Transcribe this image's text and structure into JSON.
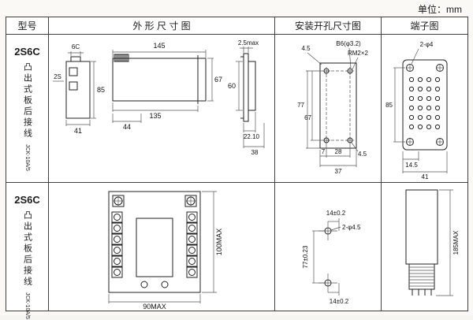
{
  "unit": "单位：mm",
  "headers": {
    "model": "型号",
    "outline": "外 形 尺 寸 图",
    "install": "安装开孔尺寸图",
    "terminal": "端子图"
  },
  "rows": [
    {
      "model": {
        "type": "2S6C",
        "desc": "凸出式板后接线",
        "code": "JCK-10A/5"
      },
      "outline": {
        "label_6c": "6C",
        "label_2s": "2S",
        "dim_85": "85",
        "dim_41": "41",
        "dim_145": "145",
        "dim_67": "67",
        "dim_135": "135",
        "dim_44": "44",
        "dim_25max": "2.5max",
        "dim_60": "60",
        "dim_2210": "22.10",
        "dim_38": "38"
      },
      "install": {
        "dim_45_top": "4.5",
        "hole_spec": "B6(φ3.2)",
        "thread_spec": "RM2×2",
        "dim_77": "77",
        "dim_67": "67",
        "dim_7": "7",
        "dim_28": "28",
        "dim_37": "37",
        "dim_45_right": "4.5"
      },
      "terminal": {
        "hole_spec": "2-φ4",
        "dim_85": "85",
        "dim_145": "14.5",
        "dim_41": "41"
      }
    },
    {
      "model": {
        "type": "2S6C",
        "desc": "凸出式板后接线",
        "code": "JCK-10A/5"
      },
      "outline": {
        "dim_height": "100MAX",
        "dim_width": "90MAX"
      },
      "install": {
        "dim_top": "14±0.2",
        "hole_spec": "2-φ4.5",
        "dim_left": "77±0.23",
        "dim_bottom": "14±0.2"
      },
      "terminal": {
        "dim_height": "185MAX"
      }
    }
  ]
}
